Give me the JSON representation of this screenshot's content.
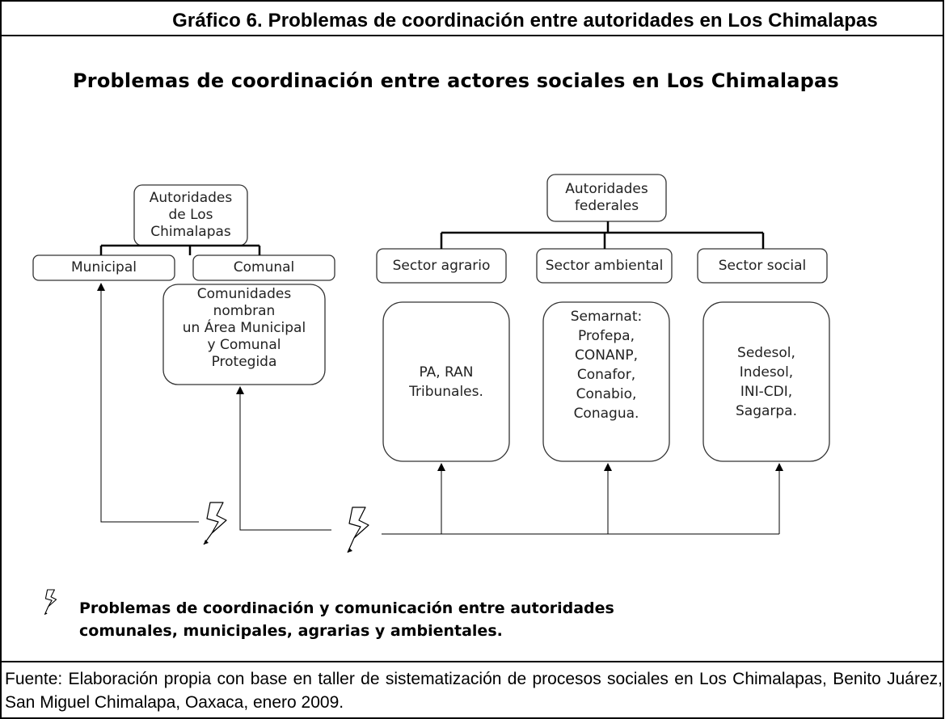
{
  "figure_title": "Gráfico 6.  Problemas de coordinación entre autoridades en Los Chimalapas",
  "diagram_title": "Problemas de coordinación entre actores sociales en Los Chimalapas",
  "nodes": {
    "autoridades_chimalapas": "Autoridades\nde Los\nChimalapas",
    "municipal": "Municipal",
    "comunal": "Comunal",
    "comunidades": "Comunidades\nnombran\nun Área Municipal\ny Comunal\nProtegida",
    "autoridades_federales": "Autoridades\nfederales",
    "sector_agrario": "Sector agrario",
    "sector_ambiental": "Sector ambiental",
    "sector_social": "Sector social",
    "agrario_detalle": "PA, RAN\nTribunales.",
    "ambiental_detalle": "Semarnat:\nProfepa,\nCONANP,\nConafor,\nConabio,\nConagua.",
    "social_detalle": "Sedesol,\nIndesol,\nINI-CDI,\nSagarpa."
  },
  "legend": {
    "icon": "lightning-icon",
    "text": "Problemas de coordinación y comunicación entre autoridades\ncomunales, municipales, agrarias y ambientales."
  },
  "source": "Fuente: Elaboración propia con base en taller de sistematización de procesos sociales en Los Chimalapas, Benito Juárez, San Miguel Chimalapa, Oaxaca, enero 2009."
}
